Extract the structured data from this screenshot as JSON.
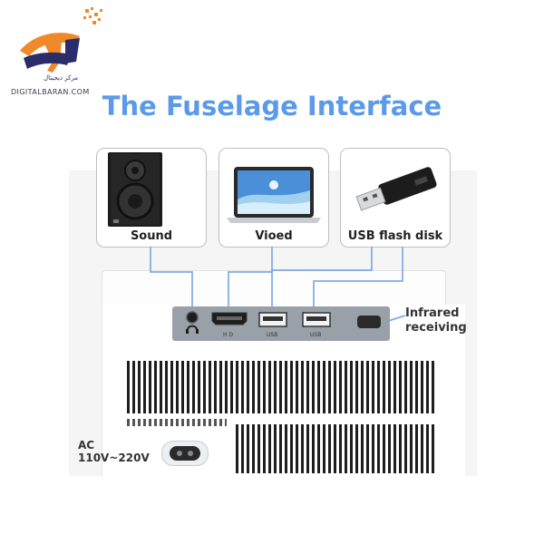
{
  "logo": {
    "caption": "DIGITALBARAN.COM"
  },
  "title": "The Fuselage Interface",
  "cards": [
    {
      "label": "Sound",
      "icon": "speaker-icon"
    },
    {
      "label": "Vioed",
      "icon": "laptop-icon"
    },
    {
      "label": "USB flash disk",
      "icon": "usb-flash-drive-icon"
    }
  ],
  "ports": [
    {
      "name": "headphone-jack",
      "caption": ""
    },
    {
      "name": "hdmi-port",
      "caption": "H D"
    },
    {
      "name": "usb-port-1",
      "caption": "USB"
    },
    {
      "name": "usb-port-2",
      "caption": "USB"
    }
  ],
  "infrared": {
    "line1": "Infrared",
    "line2": "receiving"
  },
  "ac": {
    "line1": "AC",
    "line2": "110V~220V"
  },
  "colors": {
    "title": "#5b9ae8",
    "connector": "#6fa0e0",
    "panel": "#9aa0a8"
  }
}
